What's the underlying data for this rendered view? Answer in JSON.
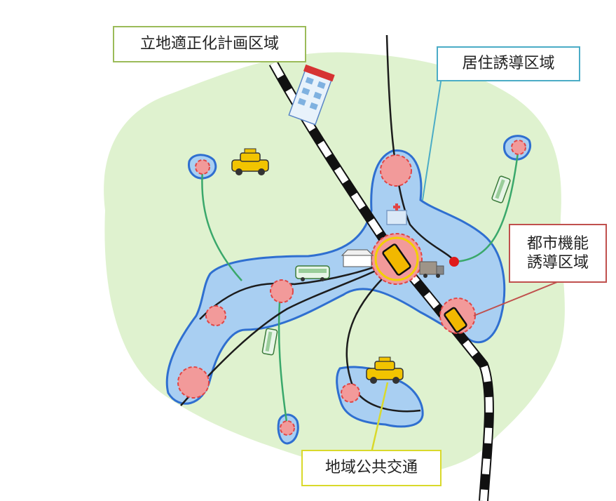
{
  "labels": {
    "rikkan": "立地適正化計画区域",
    "kyoju": "居住誘導区域",
    "toshi_line1": "都市機能",
    "toshi_line2": "誘導区域",
    "koukyou": "地域公共交通"
  },
  "colors": {
    "planning_area_fill": "#dff2cf",
    "residential_fill": "#a9cff2",
    "residential_stroke": "#2f6fd0",
    "hub_fill": "#f29a9a",
    "hub_stroke": "#e04545",
    "rail": "#111111",
    "bus_route": "#3aa86b",
    "road": "#1c1c1c",
    "callout_rikkan": "#9bbb59",
    "callout_kyoju": "#4bacc6",
    "callout_toshi": "#c0504d",
    "callout_koukyou": "#d9d92b"
  },
  "icons": [
    "building-icon",
    "hospital-icon",
    "bus-icon",
    "taxi-icon",
    "truck-icon",
    "station-icon"
  ]
}
